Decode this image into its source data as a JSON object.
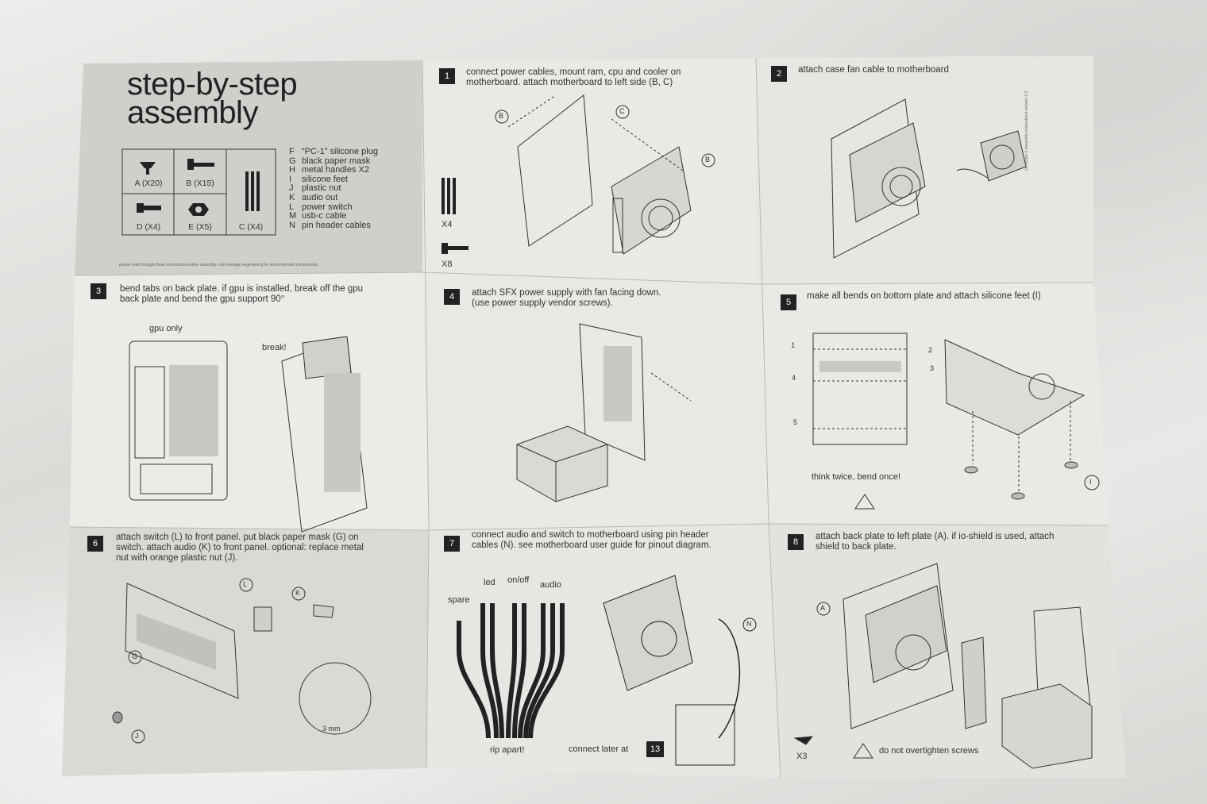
{
  "title_line1": "step-by-step",
  "title_line2": "assembly",
  "parts": [
    {
      "label": "A (X20)"
    },
    {
      "label": "B (X15)"
    },
    {
      "label": "C (X4)"
    },
    {
      "label": "D (X4)"
    },
    {
      "label": "E (X5)"
    }
  ],
  "legend": [
    {
      "key": "F",
      "text": "“PC-1” silicone plug"
    },
    {
      "key": "G",
      "text": "black paper mask"
    },
    {
      "key": "H",
      "text": "metal handles X2"
    },
    {
      "key": "I",
      "text": "silicone feet"
    },
    {
      "key": "J",
      "text": "plastic nut"
    },
    {
      "key": "K",
      "text": "audio out"
    },
    {
      "key": "L",
      "text": "power switch"
    },
    {
      "key": "M",
      "text": "usb-c cable"
    },
    {
      "key": "N",
      "text": "pin header cables"
    }
  ],
  "intro_note": "please read through these instructions before assembly. visit teenage engineering for recommended components.",
  "version_note": "computer-1 assembly instructions version 2.2",
  "steps": [
    {
      "num": "1",
      "line1": "connect power cables, mount ram, cpu and cooler on",
      "line2": "motherboard. attach motherboard to left side (B, C)"
    },
    {
      "num": "2",
      "line1": "attach case fan cable to motherboard",
      "line2": ""
    },
    {
      "num": "3",
      "line1": "bend tabs on back plate. if gpu is installed, break off the gpu",
      "line2": "back plate and bend the gpu support 90°"
    },
    {
      "num": "4",
      "line1": "attach SFX power supply with fan facing down.",
      "line2": "(use power supply vendor screws)."
    },
    {
      "num": "5",
      "line1": "make all bends on bottom plate and attach silicone feet (I)",
      "line2": ""
    },
    {
      "num": "6",
      "line1": "attach switch (L) to front panel. put black paper mask (G) on",
      "line2": "switch. attach audio (K) to front panel. optional: replace metal",
      "line3": "nut with orange plastic nut (J)."
    },
    {
      "num": "7",
      "line1": "connect audio and switch to motherboard using pin header",
      "line2": "cables (N). see motherboard user guide for pinout diagram."
    },
    {
      "num": "8",
      "line1": "attach back plate to left plate (A). if io-shield is used, attach",
      "line2": "shield to back plate."
    }
  ],
  "step1_labels": {
    "x4": "X4",
    "x8": "X8",
    "b": "B",
    "c": "C"
  },
  "step3_labels": {
    "gpu_only": "gpu only",
    "break": "break!"
  },
  "step5_labels": {
    "n1": "1",
    "n2": "2",
    "n3": "3",
    "n4": "4",
    "n5": "5",
    "tip": "think twice, bend once!",
    "i": "I"
  },
  "step6_labels": {
    "l": "L",
    "k": "K",
    "g": "G",
    "j": "J",
    "mm": "3 mm"
  },
  "step7_labels": {
    "spare": "spare",
    "led": "led",
    "onoff": "on/off",
    "audio": "audio",
    "rip": "rip apart!",
    "later": "connect later at",
    "later_num": "13",
    "n": "N"
  },
  "step8_labels": {
    "a": "A",
    "x3": "X3",
    "warn": "do not overtighten screws"
  }
}
